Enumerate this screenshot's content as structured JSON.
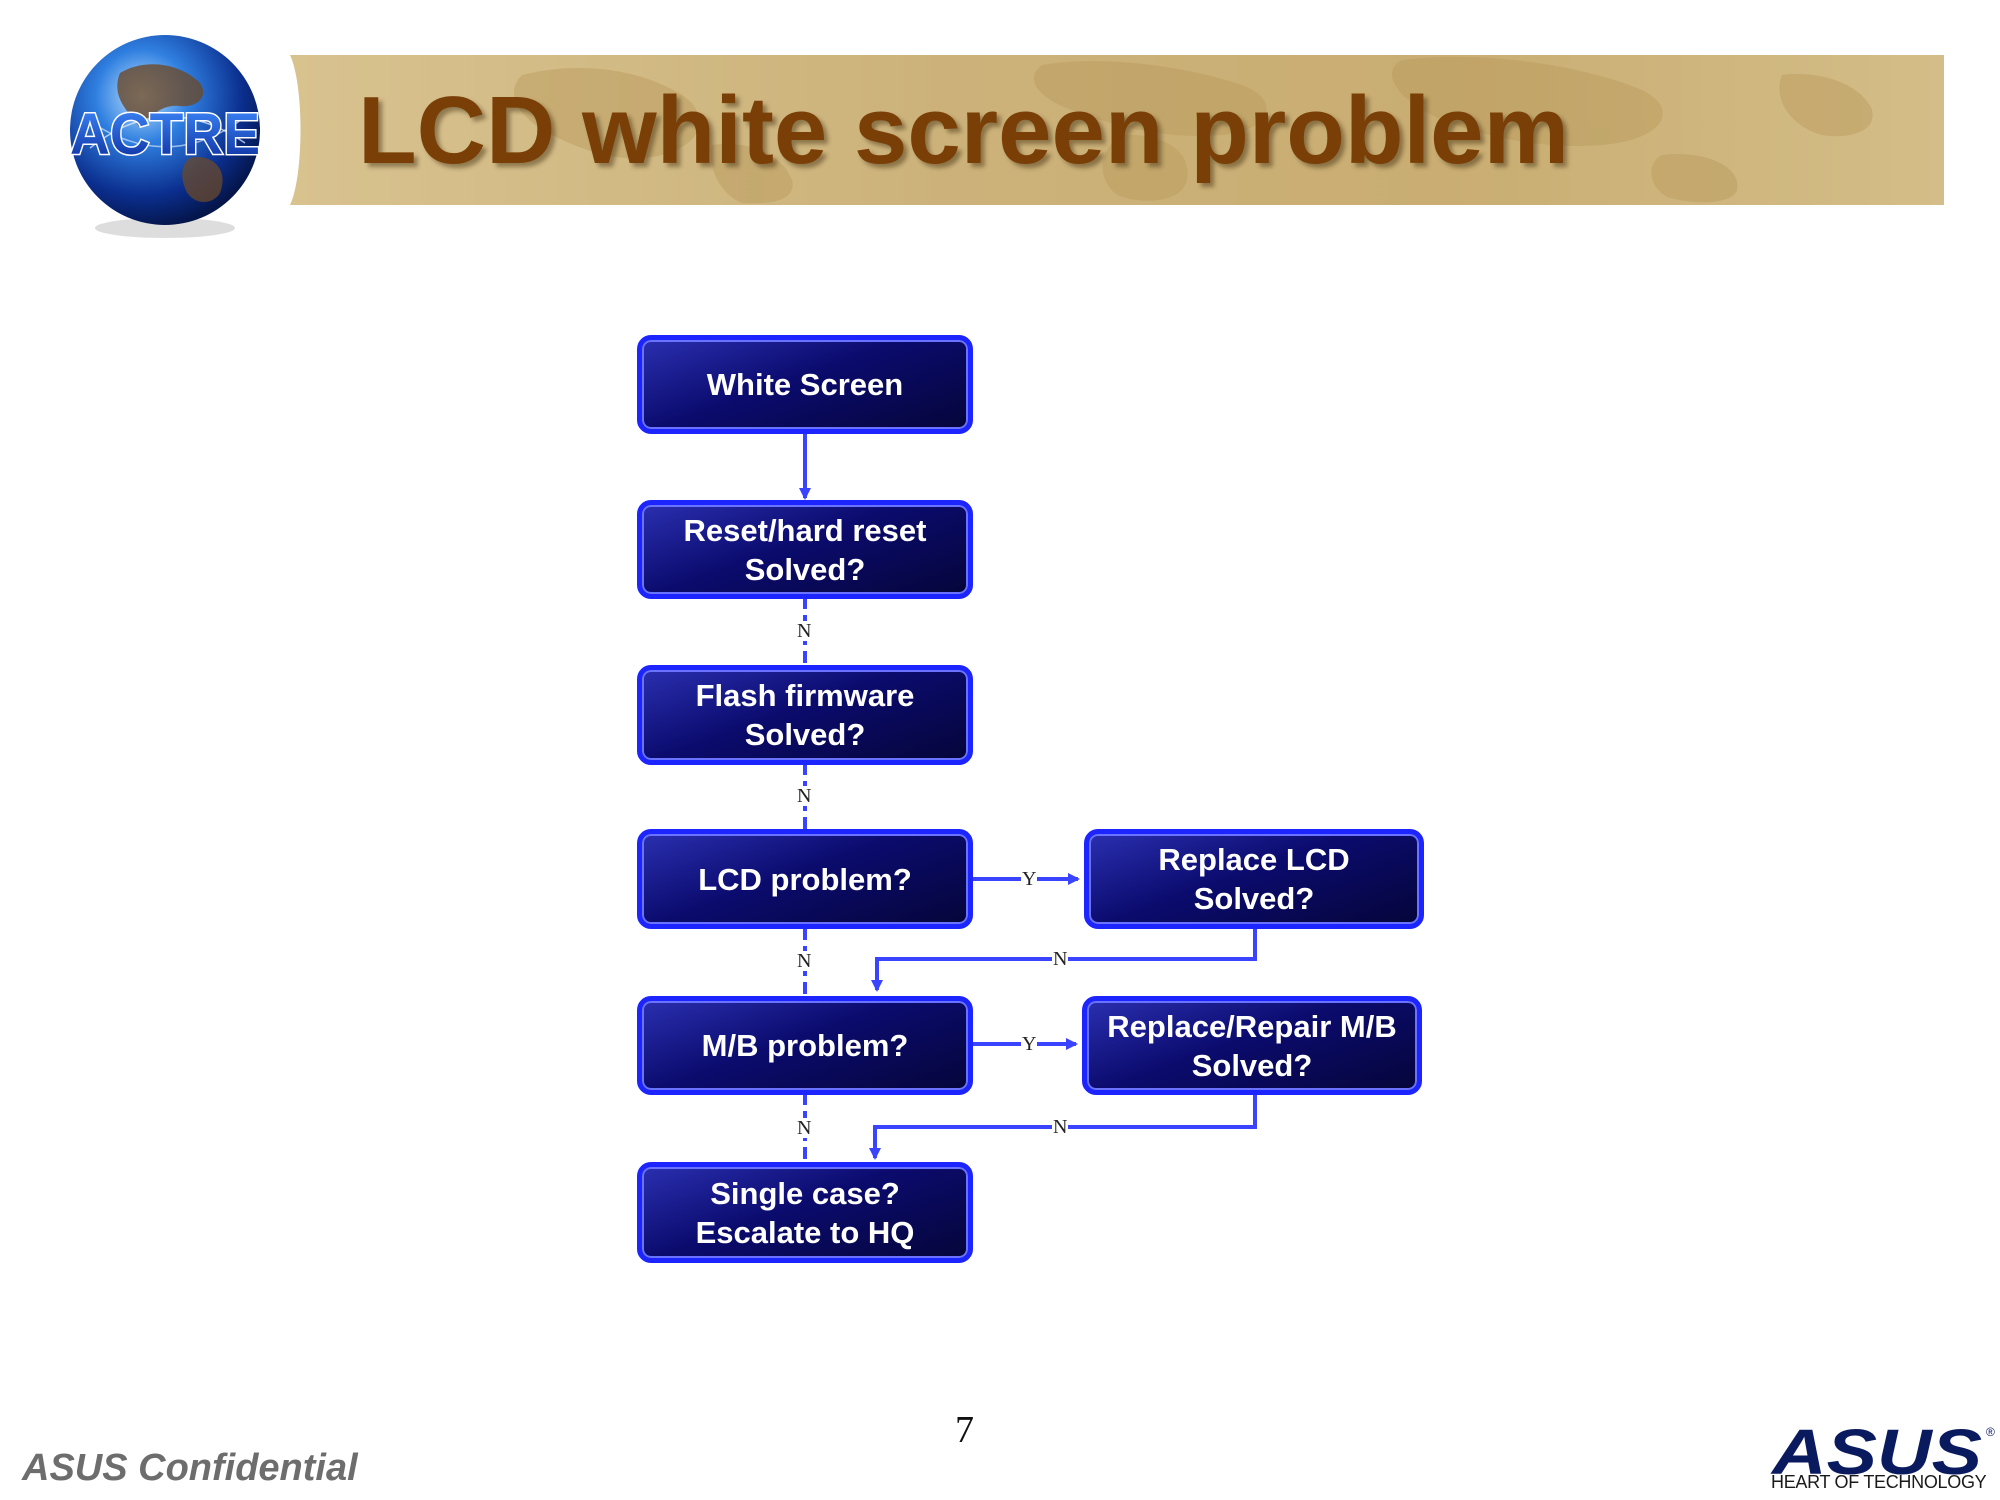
{
  "slide": {
    "title": "LCD white screen problem",
    "page_number": "7",
    "confidential": "ASUS Confidential"
  },
  "logos": {
    "actre_text": "ACTRE",
    "asus_text": "ASUS",
    "asus_tagline": "HEART OF TECHNOLOGY",
    "registered_mark": "®"
  },
  "flow": {
    "nodes": [
      {
        "id": "white-screen",
        "lines": [
          "White Screen"
        ]
      },
      {
        "id": "reset",
        "lines": [
          "Reset/hard reset",
          "Solved?"
        ]
      },
      {
        "id": "flash",
        "lines": [
          "Flash firmware",
          "Solved?"
        ]
      },
      {
        "id": "lcd-problem",
        "lines": [
          "LCD problem?"
        ]
      },
      {
        "id": "replace-lcd",
        "lines": [
          "Replace LCD",
          "Solved?"
        ]
      },
      {
        "id": "mb-problem",
        "lines": [
          "M/B problem?"
        ]
      },
      {
        "id": "replace-mb",
        "lines": [
          "Replace/Repair M/B",
          "Solved?"
        ]
      },
      {
        "id": "single-case",
        "lines": [
          "Single case?",
          "Escalate to HQ"
        ]
      }
    ],
    "edges": [
      {
        "from": "white-screen",
        "to": "reset",
        "label": ""
      },
      {
        "from": "reset",
        "to": "flash",
        "label": "N"
      },
      {
        "from": "flash",
        "to": "lcd-problem",
        "label": "N"
      },
      {
        "from": "lcd-problem",
        "to": "replace-lcd",
        "label": "Y"
      },
      {
        "from": "lcd-problem",
        "to": "mb-problem",
        "label": "N"
      },
      {
        "from": "replace-lcd",
        "to": "mb-problem",
        "label": "N"
      },
      {
        "from": "mb-problem",
        "to": "replace-mb",
        "label": "Y"
      },
      {
        "from": "mb-problem",
        "to": "single-case",
        "label": "N"
      },
      {
        "from": "replace-mb",
        "to": "single-case",
        "label": "N"
      }
    ],
    "colors": {
      "node_border": "#1c24ff",
      "node_fill": "#05053a",
      "connector": "#3a44ff",
      "title": "#7a3f06"
    }
  }
}
